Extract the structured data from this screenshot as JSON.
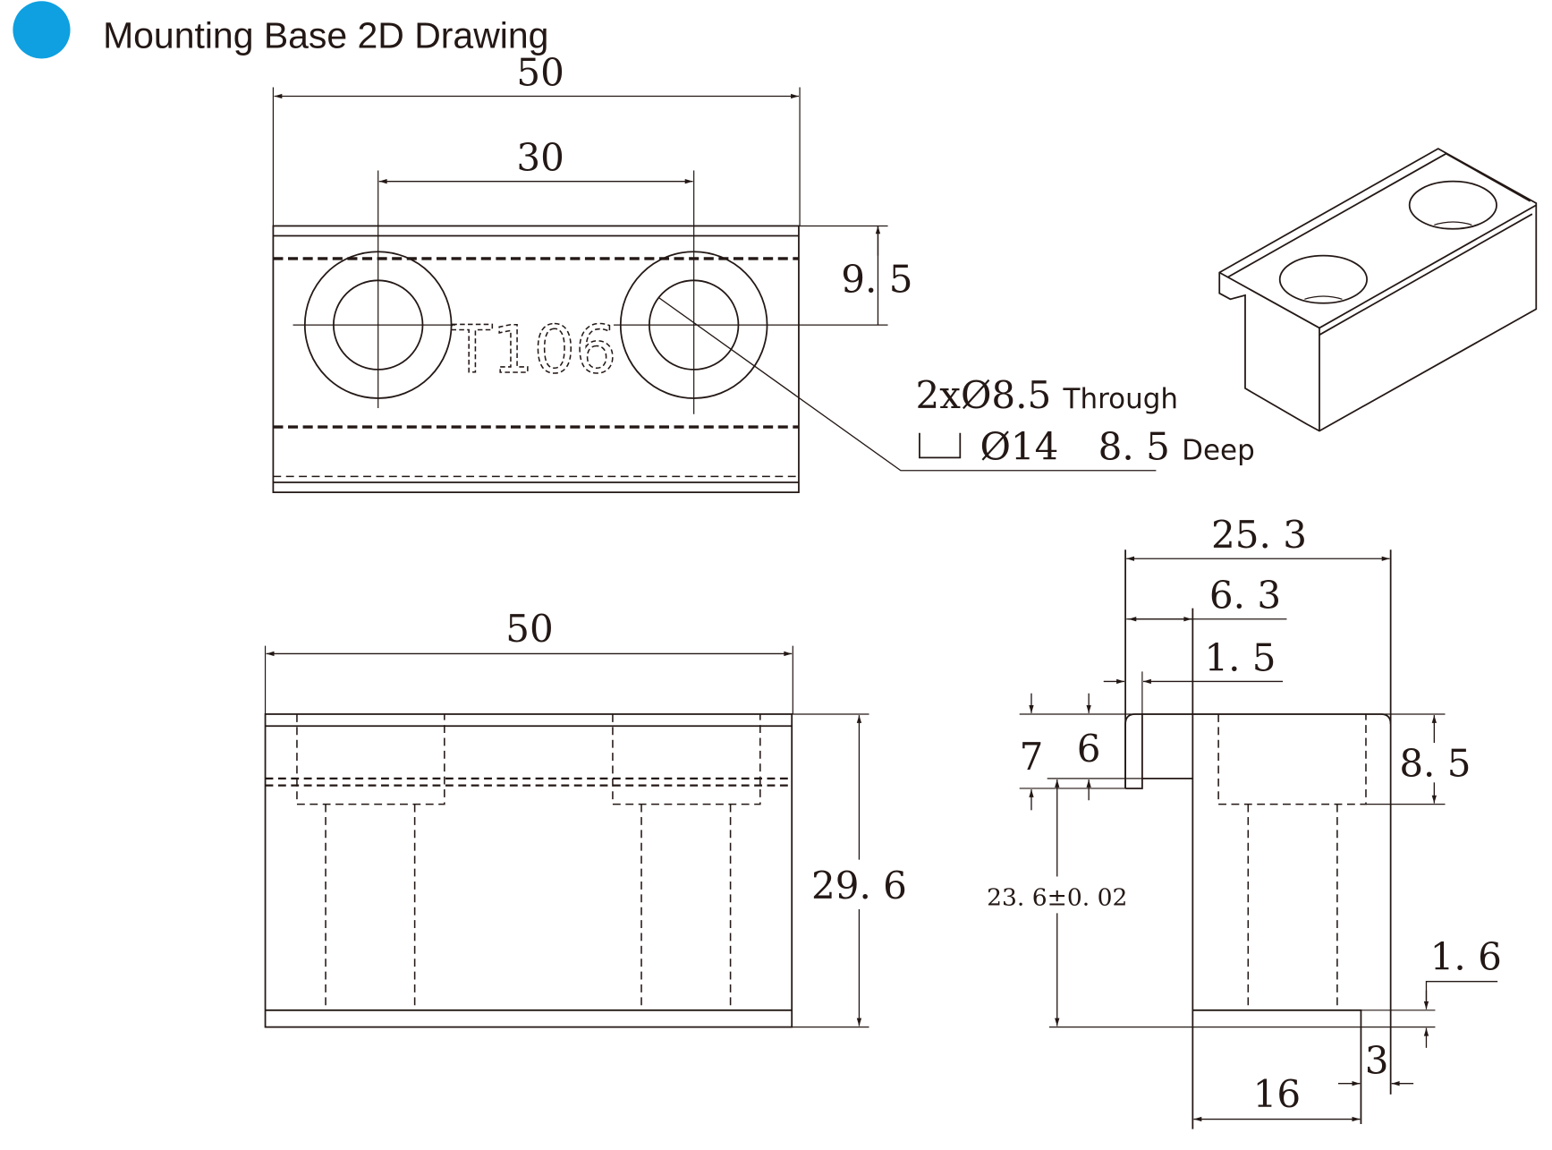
{
  "header": {
    "title": "Mounting Base 2D Drawing",
    "bullet_color": "#0ea0e0"
  },
  "top_view": {
    "width": "50",
    "hole_spacing": "30",
    "hole_offset": "9. 5",
    "marking": "T106",
    "callout_line1_qty": "2xØ8.5",
    "callout_line1_note": "Through",
    "callout_line2_dia": "Ø14",
    "callout_line2_depth": "8. 5",
    "callout_line2_note": "Deep"
  },
  "front_view": {
    "width": "50",
    "height": "29. 6"
  },
  "side_view": {
    "depth": "25. 3",
    "lip": "6. 3",
    "groove": "1. 5",
    "dim_7": "7",
    "dim_6": "6",
    "counterbore_depth": "8. 5",
    "height_tol": "23. 6±0. 02",
    "base_step": "1. 6",
    "step_width": "3",
    "foot_width": "16"
  }
}
